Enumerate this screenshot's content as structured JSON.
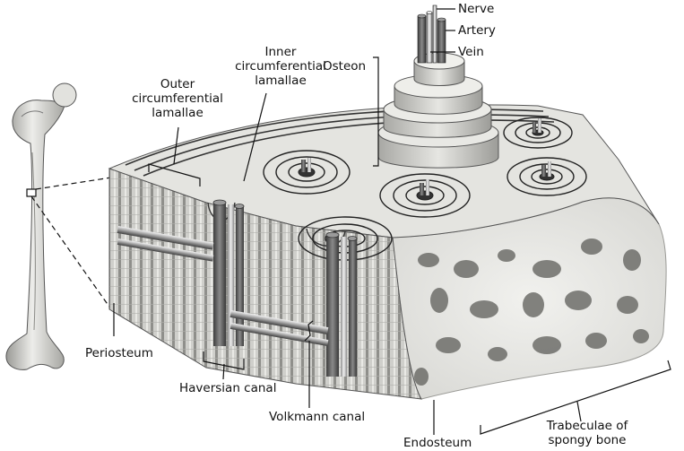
{
  "labels": {
    "nerve": "Nerve",
    "artery": "Artery",
    "vein": "Vein",
    "osteon": "Osteon",
    "outer_lamellae": [
      "Outer",
      "circumferential",
      "lamallae"
    ],
    "inner_lamellae": [
      "Inner",
      "circumferential",
      "lamallae"
    ],
    "periosteum": "Periosteum",
    "haversian_canal": "Haversian canal",
    "volkmann_canal": "Volkmann canal",
    "endosteum": "Endosteum",
    "trabeculae": [
      "Trabeculae of",
      "spongy bone"
    ]
  },
  "colors": {
    "bone_light": "#e6e6e2",
    "bone_mid": "#b9b9b4",
    "bone_dark": "#6f6f6b",
    "vessel_dark": "#5a5a5a",
    "line": "#222222"
  }
}
